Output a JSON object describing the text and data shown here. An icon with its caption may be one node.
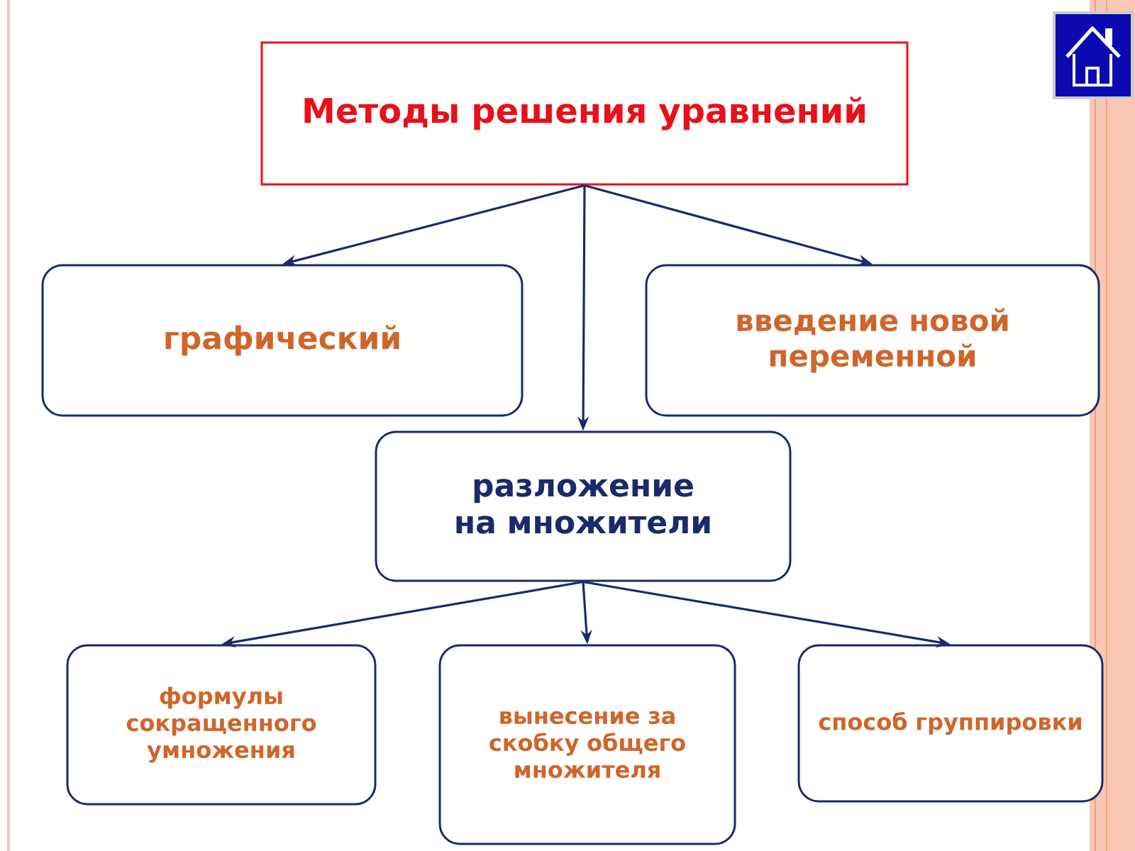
{
  "diagram": {
    "nodes": [
      {
        "text": [
          "Методы решения уравнений"
        ]
      },
      {
        "text": [
          "графический"
        ]
      },
      {
        "text": [
          "введение новой переменной"
        ]
      },
      {
        "text": [
          "разложение на множители"
        ]
      },
      {
        "text": [
          "формулы сокращенного умножения"
        ]
      },
      {
        "text": [
          "вынесение за скобку общего множителя"
        ]
      },
      {
        "text": [
          "способ группировки"
        ]
      }
    ],
    "edges": [
      {
        "from": 0,
        "to": 1,
        "arrow": "to"
      },
      {
        "from": 0,
        "to": 3,
        "arrow": "to"
      },
      {
        "from": 0,
        "to": 2,
        "arrow": "to"
      },
      {
        "from": 3,
        "to": 4,
        "arrow": "to"
      },
      {
        "from": 3,
        "to": 5,
        "arrow": "to"
      },
      {
        "from": 3,
        "to": 6,
        "arrow": "to"
      }
    ]
  }
}
